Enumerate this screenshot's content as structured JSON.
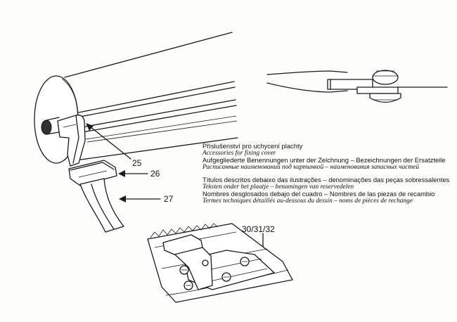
{
  "callouts": {
    "c25": "25",
    "c26": "26",
    "c27": "27",
    "c30": "30/31/32"
  },
  "legend": {
    "l1": "Příslušenství pro uchycení plachty",
    "l2": "Accessories for fixing cover",
    "l3": "Aufgegliederte Benennungen unter der Zeichnung – Bezeichnungen der Ersatzteile",
    "l4": "Расписанные наименований под картинкой – наименования запасных частей",
    "l5": "Títulos descritos debaixo das ilustrações – denominações das peças sobressalentes",
    "l6": "Teksten onder het plaatje – benamingen van reservedelen",
    "l7": "Nombres desglosados debajo del cuadro – Nombres de las piezas de recambio",
    "l8": "Termes techniques détaillés au-dessous du dessin – noms de pièces de rechange"
  }
}
